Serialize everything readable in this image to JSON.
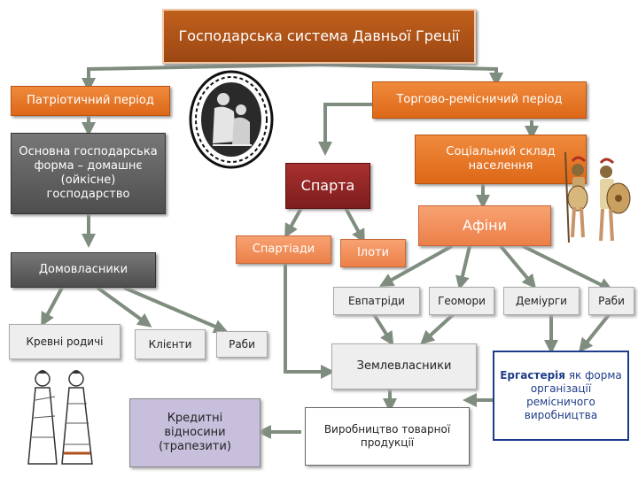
{
  "title": "Господарська система Давньої Греції",
  "nodes": {
    "patriarchal": "Патріотичний період",
    "trade": "Торгово-ремісничий період",
    "main_form": "Основна господарська форма – домашнє (ойкісне) господарство",
    "social": "Соціальний склад населення",
    "sparta": "Спарта",
    "athens": "Афіни",
    "spartiates": "Спартіади",
    "helots": "Ілоти",
    "householders": "Домовласники",
    "eupatrids": "Евпатріди",
    "geomori": "Геомори",
    "demiurgi": "Деміурги",
    "slaves_athens": "Раби",
    "relatives": "Кревні родичі",
    "clients": "Клієнти",
    "slaves": "Раби",
    "landowners": "Землевласники",
    "credit": "Кредитні відносини (трапезити)",
    "production": "Виробництво товарної продукції",
    "ergasteria_term": "Ергастерія",
    "ergasteria_rest": " як форма організації ремісничого виробництва"
  },
  "colors": {
    "arrow": "#7f8d7f",
    "brown": "#a94f17",
    "orange": "#e8762a",
    "salmon": "#f28f5a",
    "gray": "#5f5f5f",
    "red": "#8e2424",
    "lavender": "#c8bfdd",
    "blue_text": "#1f3c8a"
  },
  "icons": [
    "vase-medallion-image",
    "greek-warriors-image",
    "greek-women-image"
  ]
}
